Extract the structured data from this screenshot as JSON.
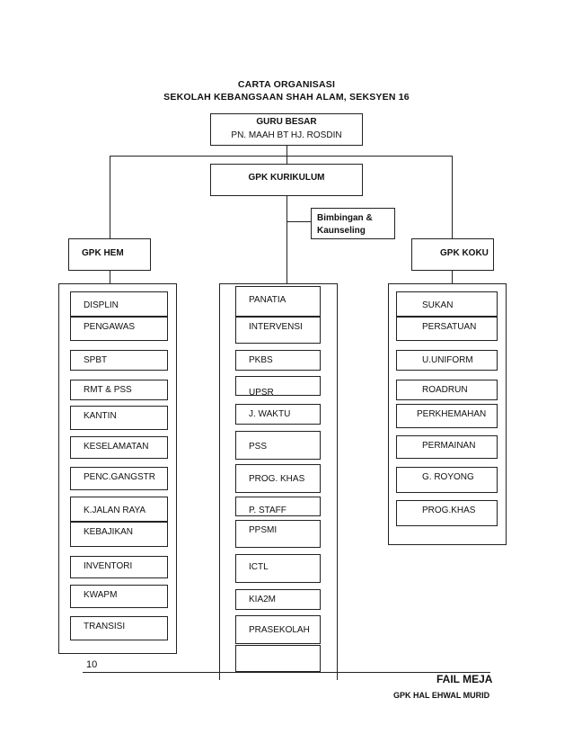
{
  "header": {
    "title_line1": "CARTA ORGANISASI",
    "title_line2": "SEKOLAH KEBANGSAAN SHAH ALAM, SEKSYEN 16"
  },
  "chart": {
    "head": {
      "title": "GURU BESAR",
      "name": "PN. MAAH BT HJ. ROSDIN"
    },
    "kurikulum": "GPK KURIKULUM",
    "bimbingan_line1": "Bimbingan &",
    "bimbingan_line2": "Kaunseling",
    "hem": "GPK HEM",
    "koku": "GPK KOKU",
    "hem_items": [
      "DISPLIN",
      "PENGAWAS",
      "SPBT",
      "RMT & PSS",
      "KANTIN",
      "KESELAMATAN",
      "PENC.GANGSTR",
      "K.JALAN RAYA",
      "KEBAJIKAN",
      "INVENTORI",
      "KWAPM",
      "TRANSISI"
    ],
    "kurikulum_items": [
      "PANATIA",
      "INTERVENSI",
      "PKBS",
      "UPSR",
      "J. WAKTU",
      "PSS",
      "PROG. KHAS",
      "P. STAFF",
      "PPSMI",
      "ICTL",
      "KIA2M",
      "PRASEKOLAH",
      ""
    ],
    "koku_items": [
      "SUKAN",
      "PERSATUAN",
      "U.UNIFORM",
      "ROADRUN",
      "PERKHEMAHAN",
      "PERMAINAN",
      "G. ROYONG",
      "PROG.KHAS"
    ]
  },
  "footer": {
    "page_number": "10",
    "label": "FAIL MEJA",
    "sublabel": "GPK HAL EHWAL MURID"
  }
}
